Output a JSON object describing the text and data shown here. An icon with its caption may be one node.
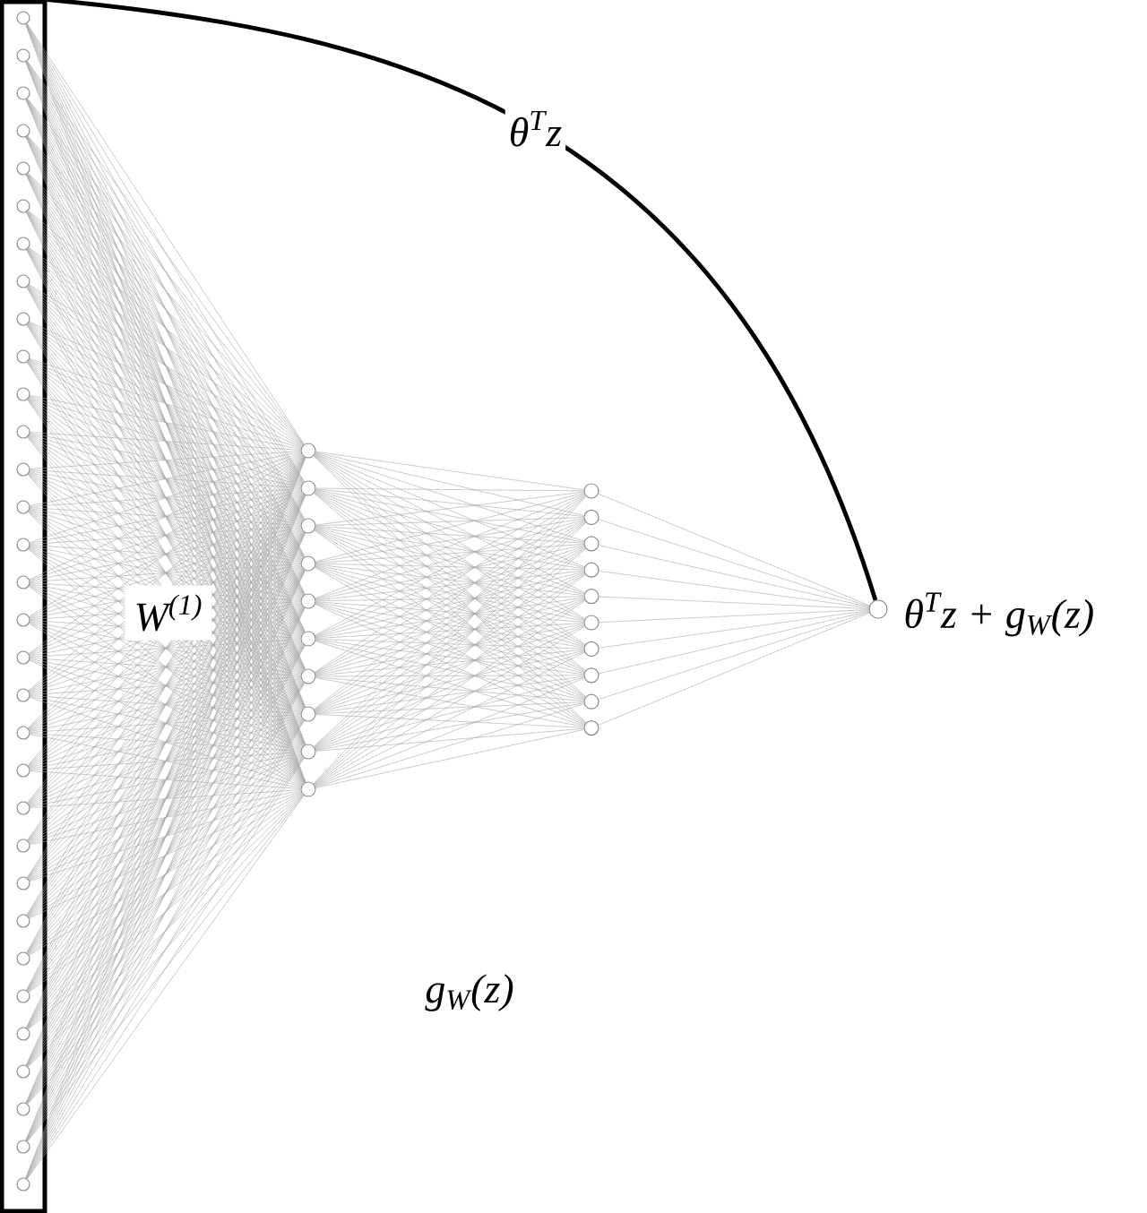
{
  "diagram": {
    "nodes": [
      {
        "text": [],
        "shape": "box"
      },
      {
        "text": [],
        "shape": "circle",
        "in": 0
      },
      {
        "text": [],
        "shape": "circle",
        "in": 0
      },
      {
        "text": [],
        "shape": "circle",
        "in": 0
      },
      {
        "text": [],
        "shape": "circle",
        "in": 0
      },
      {
        "text": [],
        "shape": "circle",
        "in": 0
      },
      {
        "text": [],
        "shape": "circle",
        "in": 0
      },
      {
        "text": [],
        "shape": "circle",
        "in": 0
      },
      {
        "text": [],
        "shape": "circle",
        "in": 0
      },
      {
        "text": [],
        "shape": "circle",
        "in": 0
      },
      {
        "text": [],
        "shape": "circle",
        "in": 0
      },
      {
        "text": [],
        "shape": "circle",
        "in": 0
      },
      {
        "text": [],
        "shape": "circle",
        "in": 0
      },
      {
        "text": [],
        "shape": "circle",
        "in": 0
      },
      {
        "text": [],
        "shape": "circle",
        "in": 0
      },
      {
        "text": [],
        "shape": "circle",
        "in": 0
      },
      {
        "text": [],
        "shape": "circle",
        "in": 0
      },
      {
        "text": [],
        "shape": "circle",
        "in": 0
      },
      {
        "text": [],
        "shape": "circle",
        "in": 0
      },
      {
        "text": [],
        "shape": "circle",
        "in": 0
      },
      {
        "text": [],
        "shape": "circle",
        "in": 0
      },
      {
        "text": [],
        "shape": "circle",
        "in": 0
      },
      {
        "text": [],
        "shape": "circle",
        "in": 0
      },
      {
        "text": [],
        "shape": "circle",
        "in": 0
      },
      {
        "text": [],
        "shape": "circle",
        "in": 0
      },
      {
        "text": [],
        "shape": "circle",
        "in": 0
      },
      {
        "text": [],
        "shape": "circle",
        "in": 0
      },
      {
        "text": [],
        "shape": "circle",
        "in": 0
      },
      {
        "text": [],
        "shape": "circle",
        "in": 0
      },
      {
        "text": [],
        "shape": "circle",
        "in": 0
      },
      {
        "text": [],
        "shape": "circle",
        "in": 0
      },
      {
        "text": [],
        "shape": "circle",
        "in": 0
      },
      {
        "text": [],
        "shape": "circle",
        "in": 0
      },
      {
        "text": [],
        "shape": "circle"
      },
      {
        "text": [],
        "shape": "circle"
      },
      {
        "text": [],
        "shape": "circle"
      },
      {
        "text": [],
        "shape": "circle"
      },
      {
        "text": [],
        "shape": "circle"
      },
      {
        "text": [],
        "shape": "circle"
      },
      {
        "text": [],
        "shape": "circle"
      },
      {
        "text": [],
        "shape": "circle"
      },
      {
        "text": [],
        "shape": "circle"
      },
      {
        "text": [],
        "shape": "circle"
      },
      {
        "text": [],
        "shape": "circle"
      },
      {
        "text": [],
        "shape": "circle"
      },
      {
        "text": [],
        "shape": "circle"
      },
      {
        "text": [],
        "shape": "circle"
      },
      {
        "text": [],
        "shape": "circle"
      },
      {
        "text": [],
        "shape": "circle"
      },
      {
        "text": [],
        "shape": "circle"
      },
      {
        "text": [],
        "shape": "circle"
      },
      {
        "text": [],
        "shape": "circle"
      },
      {
        "text": [],
        "shape": "circle"
      },
      {
        "text": [],
        "shape": "circle",
        "beside": [
          "θ$^{T}$z + g$_{W}$(z)"
        ]
      }
    ],
    "edges": [
      {
        "from": 0,
        "to": 53,
        "arrow": "none",
        "label": "θ$^{T}$z",
        "style": "thick",
        "color": "#000000"
      },
      {
        "from": 1,
        "to": 33,
        "arrow": "none"
      },
      {
        "from": 1,
        "to": 34,
        "arrow": "none"
      },
      {
        "from": 1,
        "to": 35,
        "arrow": "none"
      },
      {
        "from": 1,
        "to": 36,
        "arrow": "none"
      },
      {
        "from": 1,
        "to": 37,
        "arrow": "none"
      },
      {
        "from": 1,
        "to": 38,
        "arrow": "none"
      },
      {
        "from": 1,
        "to": 39,
        "arrow": "none"
      },
      {
        "from": 1,
        "to": 40,
        "arrow": "none"
      },
      {
        "from": 1,
        "to": 41,
        "arrow": "none"
      },
      {
        "from": 1,
        "to": 42,
        "arrow": "none"
      },
      {
        "from": 2,
        "to": 33,
        "arrow": "none"
      },
      {
        "from": 2,
        "to": 34,
        "arrow": "none"
      },
      {
        "from": 2,
        "to": 35,
        "arrow": "none"
      },
      {
        "from": 2,
        "to": 36,
        "arrow": "none"
      },
      {
        "from": 2,
        "to": 37,
        "arrow": "none"
      },
      {
        "from": 2,
        "to": 38,
        "arrow": "none"
      },
      {
        "from": 2,
        "to": 39,
        "arrow": "none"
      },
      {
        "from": 2,
        "to": 40,
        "arrow": "none"
      },
      {
        "from": 2,
        "to": 41,
        "arrow": "none"
      },
      {
        "from": 2,
        "to": 42,
        "arrow": "none"
      },
      {
        "from": 3,
        "to": 33,
        "arrow": "none"
      },
      {
        "from": 3,
        "to": 34,
        "arrow": "none"
      },
      {
        "from": 3,
        "to": 35,
        "arrow": "none"
      },
      {
        "from": 3,
        "to": 36,
        "arrow": "none"
      },
      {
        "from": 3,
        "to": 37,
        "arrow": "none"
      },
      {
        "from": 3,
        "to": 38,
        "arrow": "none"
      },
      {
        "from": 3,
        "to": 39,
        "arrow": "none"
      },
      {
        "from": 3,
        "to": 40,
        "arrow": "none"
      },
      {
        "from": 3,
        "to": 41,
        "arrow": "none"
      },
      {
        "from": 3,
        "to": 42,
        "arrow": "none"
      },
      {
        "from": 4,
        "to": 33,
        "arrow": "none"
      },
      {
        "from": 4,
        "to": 34,
        "arrow": "none"
      },
      {
        "from": 4,
        "to": 35,
        "arrow": "none"
      },
      {
        "from": 4,
        "to": 36,
        "arrow": "none"
      },
      {
        "from": 4,
        "to": 37,
        "arrow": "none"
      },
      {
        "from": 4,
        "to": 38,
        "arrow": "none"
      },
      {
        "from": 4,
        "to": 39,
        "arrow": "none"
      },
      {
        "from": 4,
        "to": 40,
        "arrow": "none"
      },
      {
        "from": 4,
        "to": 41,
        "arrow": "none"
      },
      {
        "from": 4,
        "to": 42,
        "arrow": "none"
      },
      {
        "from": 5,
        "to": 33,
        "arrow": "none"
      },
      {
        "from": 5,
        "to": 34,
        "arrow": "none"
      },
      {
        "from": 5,
        "to": 35,
        "arrow": "none"
      },
      {
        "from": 5,
        "to": 36,
        "arrow": "none"
      },
      {
        "from": 5,
        "to": 37,
        "arrow": "none"
      },
      {
        "from": 5,
        "to": 38,
        "arrow": "none"
      },
      {
        "from": 5,
        "to": 39,
        "arrow": "none"
      },
      {
        "from": 5,
        "to": 40,
        "arrow": "none"
      },
      {
        "from": 5,
        "to": 41,
        "arrow": "none"
      },
      {
        "from": 5,
        "to": 42,
        "arrow": "none"
      },
      {
        "from": 6,
        "to": 33,
        "arrow": "none"
      },
      {
        "from": 6,
        "to": 34,
        "arrow": "none"
      },
      {
        "from": 6,
        "to": 35,
        "arrow": "none"
      },
      {
        "from": 6,
        "to": 36,
        "arrow": "none"
      },
      {
        "from": 6,
        "to": 37,
        "arrow": "none"
      },
      {
        "from": 6,
        "to": 38,
        "arrow": "none"
      },
      {
        "from": 6,
        "to": 39,
        "arrow": "none"
      },
      {
        "from": 6,
        "to": 40,
        "arrow": "none"
      },
      {
        "from": 6,
        "to": 41,
        "arrow": "none"
      },
      {
        "from": 6,
        "to": 42,
        "arrow": "none"
      },
      {
        "from": 7,
        "to": 33,
        "arrow": "none"
      },
      {
        "from": 7,
        "to": 34,
        "arrow": "none"
      },
      {
        "from": 7,
        "to": 35,
        "arrow": "none"
      },
      {
        "from": 7,
        "to": 36,
        "arrow": "none"
      },
      {
        "from": 7,
        "to": 37,
        "arrow": "none"
      },
      {
        "from": 7,
        "to": 38,
        "arrow": "none"
      },
      {
        "from": 7,
        "to": 39,
        "arrow": "none"
      },
      {
        "from": 7,
        "to": 40,
        "arrow": "none"
      },
      {
        "from": 7,
        "to": 41,
        "arrow": "none"
      },
      {
        "from": 7,
        "to": 42,
        "arrow": "none"
      },
      {
        "from": 8,
        "to": 33,
        "arrow": "none"
      },
      {
        "from": 8,
        "to": 34,
        "arrow": "none"
      },
      {
        "from": 8,
        "to": 35,
        "arrow": "none"
      },
      {
        "from": 8,
        "to": 36,
        "arrow": "none"
      },
      {
        "from": 8,
        "to": 37,
        "arrow": "none"
      },
      {
        "from": 8,
        "to": 38,
        "arrow": "none"
      },
      {
        "from": 8,
        "to": 39,
        "arrow": "none"
      },
      {
        "from": 8,
        "to": 40,
        "arrow": "none"
      },
      {
        "from": 8,
        "to": 41,
        "arrow": "none"
      },
      {
        "from": 8,
        "to": 42,
        "arrow": "none"
      },
      {
        "from": 9,
        "to": 33,
        "arrow": "none"
      },
      {
        "from": 9,
        "to": 34,
        "arrow": "none"
      },
      {
        "from": 9,
        "to": 35,
        "arrow": "none"
      },
      {
        "from": 9,
        "to": 36,
        "arrow": "none"
      },
      {
        "from": 9,
        "to": 37,
        "arrow": "none"
      },
      {
        "from": 9,
        "to": 38,
        "arrow": "none"
      },
      {
        "from": 9,
        "to": 39,
        "arrow": "none"
      },
      {
        "from": 9,
        "to": 40,
        "arrow": "none"
      },
      {
        "from": 9,
        "to": 41,
        "arrow": "none"
      },
      {
        "from": 9,
        "to": 42,
        "arrow": "none"
      },
      {
        "from": 10,
        "to": 33,
        "arrow": "none"
      },
      {
        "from": 10,
        "to": 34,
        "arrow": "none"
      },
      {
        "from": 10,
        "to": 35,
        "arrow": "none"
      },
      {
        "from": 10,
        "to": 36,
        "arrow": "none"
      },
      {
        "from": 10,
        "to": 37,
        "arrow": "none"
      },
      {
        "from": 10,
        "to": 38,
        "arrow": "none"
      },
      {
        "from": 10,
        "to": 39,
        "arrow": "none"
      },
      {
        "from": 10,
        "to": 40,
        "arrow": "none"
      },
      {
        "from": 10,
        "to": 41,
        "arrow": "none"
      },
      {
        "from": 10,
        "to": 42,
        "arrow": "none"
      },
      {
        "from": 11,
        "to": 33,
        "arrow": "none"
      },
      {
        "from": 11,
        "to": 34,
        "arrow": "none"
      },
      {
        "from": 11,
        "to": 35,
        "arrow": "none"
      },
      {
        "from": 11,
        "to": 36,
        "arrow": "none"
      },
      {
        "from": 11,
        "to": 37,
        "arrow": "none"
      },
      {
        "from": 11,
        "to": 38,
        "arrow": "none"
      },
      {
        "from": 11,
        "to": 39,
        "arrow": "none"
      },
      {
        "from": 11,
        "to": 40,
        "arrow": "none"
      },
      {
        "from": 11,
        "to": 41,
        "arrow": "none"
      },
      {
        "from": 11,
        "to": 42,
        "arrow": "none"
      },
      {
        "from": 12,
        "to": 33,
        "arrow": "none"
      },
      {
        "from": 12,
        "to": 34,
        "arrow": "none"
      },
      {
        "from": 12,
        "to": 35,
        "arrow": "none"
      },
      {
        "from": 12,
        "to": 36,
        "arrow": "none"
      },
      {
        "from": 12,
        "to": 37,
        "arrow": "none"
      },
      {
        "from": 12,
        "to": 38,
        "arrow": "none"
      },
      {
        "from": 12,
        "to": 39,
        "arrow": "none"
      },
      {
        "from": 12,
        "to": 40,
        "arrow": "none"
      },
      {
        "from": 12,
        "to": 41,
        "arrow": "none"
      },
      {
        "from": 12,
        "to": 42,
        "arrow": "none"
      },
      {
        "from": 13,
        "to": 33,
        "arrow": "none"
      },
      {
        "from": 13,
        "to": 34,
        "arrow": "none"
      },
      {
        "from": 13,
        "to": 35,
        "arrow": "none"
      },
      {
        "from": 13,
        "to": 36,
        "arrow": "none"
      },
      {
        "from": 13,
        "to": 37,
        "arrow": "none"
      },
      {
        "from": 13,
        "to": 38,
        "arrow": "none"
      },
      {
        "from": 13,
        "to": 39,
        "arrow": "none"
      },
      {
        "from": 13,
        "to": 40,
        "arrow": "none"
      },
      {
        "from": 13,
        "to": 41,
        "arrow": "none"
      },
      {
        "from": 13,
        "to": 42,
        "arrow": "none"
      },
      {
        "from": 14,
        "to": 33,
        "arrow": "none"
      },
      {
        "from": 14,
        "to": 34,
        "arrow": "none"
      },
      {
        "from": 14,
        "to": 35,
        "arrow": "none"
      },
      {
        "from": 14,
        "to": 36,
        "arrow": "none"
      },
      {
        "from": 14,
        "to": 37,
        "arrow": "none"
      },
      {
        "from": 14,
        "to": 38,
        "arrow": "none"
      },
      {
        "from": 14,
        "to": 39,
        "arrow": "none"
      },
      {
        "from": 14,
        "to": 40,
        "arrow": "none"
      },
      {
        "from": 14,
        "to": 41,
        "arrow": "none"
      },
      {
        "from": 14,
        "to": 42,
        "arrow": "none"
      },
      {
        "from": 15,
        "to": 33,
        "arrow": "none"
      },
      {
        "from": 15,
        "to": 34,
        "arrow": "none"
      },
      {
        "from": 15,
        "to": 35,
        "arrow": "none"
      },
      {
        "from": 15,
        "to": 36,
        "arrow": "none"
      },
      {
        "from": 15,
        "to": 37,
        "arrow": "none"
      },
      {
        "from": 15,
        "to": 38,
        "arrow": "none"
      },
      {
        "from": 15,
        "to": 39,
        "arrow": "none"
      },
      {
        "from": 15,
        "to": 40,
        "arrow": "none"
      },
      {
        "from": 15,
        "to": 41,
        "arrow": "none"
      },
      {
        "from": 15,
        "to": 42,
        "arrow": "none"
      },
      {
        "from": 16,
        "to": 33,
        "arrow": "none"
      },
      {
        "from": 16,
        "to": 34,
        "arrow": "none"
      },
      {
        "from": 16,
        "to": 35,
        "arrow": "none"
      },
      {
        "from": 16,
        "to": 36,
        "arrow": "none"
      },
      {
        "from": 16,
        "to": 37,
        "arrow": "none"
      },
      {
        "from": 16,
        "to": 38,
        "arrow": "none"
      },
      {
        "from": 16,
        "to": 39,
        "arrow": "none"
      },
      {
        "from": 16,
        "to": 40,
        "arrow": "none"
      },
      {
        "from": 16,
        "to": 41,
        "arrow": "none"
      },
      {
        "from": 16,
        "to": 42,
        "arrow": "none"
      },
      {
        "from": 17,
        "to": 33,
        "arrow": "none"
      },
      {
        "from": 17,
        "to": 34,
        "arrow": "none"
      },
      {
        "from": 17,
        "to": 35,
        "arrow": "none"
      },
      {
        "from": 17,
        "to": 36,
        "arrow": "none"
      },
      {
        "from": 17,
        "to": 37,
        "arrow": "none"
      },
      {
        "from": 17,
        "to": 38,
        "arrow": "none"
      },
      {
        "from": 17,
        "to": 39,
        "arrow": "none"
      },
      {
        "from": 17,
        "to": 40,
        "arrow": "none"
      },
      {
        "from": 17,
        "to": 41,
        "arrow": "none"
      },
      {
        "from": 17,
        "to": 42,
        "arrow": "none"
      },
      {
        "from": 18,
        "to": 33,
        "arrow": "none"
      },
      {
        "from": 18,
        "to": 34,
        "arrow": "none"
      },
      {
        "from": 18,
        "to": 35,
        "arrow": "none"
      },
      {
        "from": 18,
        "to": 36,
        "arrow": "none"
      },
      {
        "from": 18,
        "to": 37,
        "arrow": "none"
      },
      {
        "from": 18,
        "to": 38,
        "arrow": "none"
      },
      {
        "from": 18,
        "to": 39,
        "arrow": "none"
      },
      {
        "from": 18,
        "to": 40,
        "arrow": "none"
      },
      {
        "from": 18,
        "to": 41,
        "arrow": "none"
      },
      {
        "from": 18,
        "to": 42,
        "arrow": "none"
      },
      {
        "from": 19,
        "to": 33,
        "arrow": "none"
      },
      {
        "from": 19,
        "to": 34,
        "arrow": "none"
      },
      {
        "from": 19,
        "to": 35,
        "arrow": "none"
      },
      {
        "from": 19,
        "to": 36,
        "arrow": "none"
      },
      {
        "from": 19,
        "to": 37,
        "arrow": "none"
      },
      {
        "from": 19,
        "to": 38,
        "arrow": "none"
      },
      {
        "from": 19,
        "to": 39,
        "arrow": "none"
      },
      {
        "from": 19,
        "to": 40,
        "arrow": "none"
      },
      {
        "from": 19,
        "to": 41,
        "arrow": "none"
      },
      {
        "from": 19,
        "to": 42,
        "arrow": "none"
      },
      {
        "from": 20,
        "to": 33,
        "arrow": "none"
      },
      {
        "from": 20,
        "to": 34,
        "arrow": "none"
      },
      {
        "from": 20,
        "to": 35,
        "arrow": "none"
      },
      {
        "from": 20,
        "to": 36,
        "arrow": "none"
      },
      {
        "from": 20,
        "to": 37,
        "arrow": "none"
      },
      {
        "from": 20,
        "to": 38,
        "arrow": "none"
      },
      {
        "from": 20,
        "to": 39,
        "arrow": "none"
      },
      {
        "from": 20,
        "to": 40,
        "arrow": "none"
      },
      {
        "from": 20,
        "to": 41,
        "arrow": "none"
      },
      {
        "from": 20,
        "to": 42,
        "arrow": "none"
      },
      {
        "from": 21,
        "to": 33,
        "arrow": "none"
      },
      {
        "from": 21,
        "to": 34,
        "arrow": "none"
      },
      {
        "from": 21,
        "to": 35,
        "arrow": "none"
      },
      {
        "from": 21,
        "to": 36,
        "arrow": "none"
      },
      {
        "from": 21,
        "to": 37,
        "arrow": "none"
      },
      {
        "from": 21,
        "to": 38,
        "arrow": "none"
      },
      {
        "from": 21,
        "to": 39,
        "arrow": "none"
      },
      {
        "from": 21,
        "to": 40,
        "arrow": "none"
      },
      {
        "from": 21,
        "to": 41,
        "arrow": "none"
      },
      {
        "from": 21,
        "to": 42,
        "arrow": "none"
      },
      {
        "from": 22,
        "to": 33,
        "arrow": "none"
      },
      {
        "from": 22,
        "to": 34,
        "arrow": "none"
      },
      {
        "from": 22,
        "to": 35,
        "arrow": "none"
      },
      {
        "from": 22,
        "to": 36,
        "arrow": "none"
      },
      {
        "from": 22,
        "to": 37,
        "arrow": "none"
      },
      {
        "from": 22,
        "to": 38,
        "arrow": "none"
      },
      {
        "from": 22,
        "to": 39,
        "arrow": "none"
      },
      {
        "from": 22,
        "to": 40,
        "arrow": "none"
      },
      {
        "from": 22,
        "to": 41,
        "arrow": "none"
      },
      {
        "from": 22,
        "to": 42,
        "arrow": "none"
      },
      {
        "from": 23,
        "to": 33,
        "arrow": "none"
      },
      {
        "from": 23,
        "to": 34,
        "arrow": "none"
      },
      {
        "from": 23,
        "to": 35,
        "arrow": "none"
      },
      {
        "from": 23,
        "to": 36,
        "arrow": "none"
      },
      {
        "from": 23,
        "to": 37,
        "arrow": "none"
      },
      {
        "from": 23,
        "to": 38,
        "arrow": "none"
      },
      {
        "from": 23,
        "to": 39,
        "arrow": "none"
      },
      {
        "from": 23,
        "to": 40,
        "arrow": "none"
      },
      {
        "from": 23,
        "to": 41,
        "arrow": "none"
      },
      {
        "from": 23,
        "to": 42,
        "arrow": "none"
      },
      {
        "from": 24,
        "to": 33,
        "arrow": "none"
      },
      {
        "from": 24,
        "to": 34,
        "arrow": "none"
      },
      {
        "from": 24,
        "to": 35,
        "arrow": "none"
      },
      {
        "from": 24,
        "to": 36,
        "arrow": "none"
      },
      {
        "from": 24,
        "to": 37,
        "arrow": "none"
      },
      {
        "from": 24,
        "to": 38,
        "arrow": "none"
      },
      {
        "from": 24,
        "to": 39,
        "arrow": "none"
      },
      {
        "from": 24,
        "to": 40,
        "arrow": "none"
      },
      {
        "from": 24,
        "to": 41,
        "arrow": "none"
      },
      {
        "from": 24,
        "to": 42,
        "arrow": "none"
      },
      {
        "from": 25,
        "to": 33,
        "arrow": "none"
      },
      {
        "from": 25,
        "to": 34,
        "arrow": "none"
      },
      {
        "from": 25,
        "to": 35,
        "arrow": "none"
      },
      {
        "from": 25,
        "to": 36,
        "arrow": "none"
      },
      {
        "from": 25,
        "to": 37,
        "arrow": "none"
      },
      {
        "from": 25,
        "to": 38,
        "arrow": "none"
      },
      {
        "from": 25,
        "to": 39,
        "arrow": "none"
      },
      {
        "from": 25,
        "to": 40,
        "arrow": "none"
      },
      {
        "from": 25,
        "to": 41,
        "arrow": "none"
      },
      {
        "from": 25,
        "to": 42,
        "arrow": "none"
      },
      {
        "from": 26,
        "to": 33,
        "arrow": "none"
      },
      {
        "from": 26,
        "to": 34,
        "arrow": "none"
      },
      {
        "from": 26,
        "to": 35,
        "arrow": "none"
      },
      {
        "from": 26,
        "to": 36,
        "arrow": "none"
      },
      {
        "from": 26,
        "to": 37,
        "arrow": "none"
      },
      {
        "from": 26,
        "to": 38,
        "arrow": "none"
      },
      {
        "from": 26,
        "to": 39,
        "arrow": "none"
      },
      {
        "from": 26,
        "to": 40,
        "arrow": "none"
      },
      {
        "from": 26,
        "to": 41,
        "arrow": "none"
      },
      {
        "from": 26,
        "to": 42,
        "arrow": "none"
      },
      {
        "from": 27,
        "to": 33,
        "arrow": "none"
      },
      {
        "from": 27,
        "to": 34,
        "arrow": "none"
      },
      {
        "from": 27,
        "to": 35,
        "arrow": "none"
      },
      {
        "from": 27,
        "to": 36,
        "arrow": "none"
      },
      {
        "from": 27,
        "to": 37,
        "arrow": "none"
      },
      {
        "from": 27,
        "to": 38,
        "arrow": "none"
      },
      {
        "from": 27,
        "to": 39,
        "arrow": "none"
      },
      {
        "from": 27,
        "to": 40,
        "arrow": "none"
      },
      {
        "from": 27,
        "to": 41,
        "arrow": "none"
      },
      {
        "from": 27,
        "to": 42,
        "arrow": "none"
      },
      {
        "from": 28,
        "to": 33,
        "arrow": "none"
      },
      {
        "from": 28,
        "to": 34,
        "arrow": "none"
      },
      {
        "from": 28,
        "to": 35,
        "arrow": "none"
      },
      {
        "from": 28,
        "to": 36,
        "arrow": "none"
      },
      {
        "from": 28,
        "to": 37,
        "arrow": "none"
      },
      {
        "from": 28,
        "to": 38,
        "arrow": "none"
      },
      {
        "from": 28,
        "to": 39,
        "arrow": "none"
      },
      {
        "from": 28,
        "to": 40,
        "arrow": "none"
      },
      {
        "from": 28,
        "to": 41,
        "arrow": "none"
      },
      {
        "from": 28,
        "to": 42,
        "arrow": "none"
      },
      {
        "from": 29,
        "to": 33,
        "arrow": "none"
      },
      {
        "from": 29,
        "to": 34,
        "arrow": "none"
      },
      {
        "from": 29,
        "to": 35,
        "arrow": "none"
      },
      {
        "from": 29,
        "to": 36,
        "arrow": "none"
      },
      {
        "from": 29,
        "to": 37,
        "arrow": "none"
      },
      {
        "from": 29,
        "to": 38,
        "arrow": "none"
      },
      {
        "from": 29,
        "to": 39,
        "arrow": "none"
      },
      {
        "from": 29,
        "to": 40,
        "arrow": "none"
      },
      {
        "from": 29,
        "to": 41,
        "arrow": "none"
      },
      {
        "from": 29,
        "to": 42,
        "arrow": "none"
      },
      {
        "from": 30,
        "to": 33,
        "arrow": "none"
      },
      {
        "from": 30,
        "to": 34,
        "arrow": "none"
      },
      {
        "from": 30,
        "to": 35,
        "arrow": "none"
      },
      {
        "from": 30,
        "to": 36,
        "arrow": "none"
      },
      {
        "from": 30,
        "to": 37,
        "arrow": "none"
      },
      {
        "from": 30,
        "to": 38,
        "arrow": "none"
      },
      {
        "from": 30,
        "to": 39,
        "arrow": "none"
      },
      {
        "from": 30,
        "to": 40,
        "arrow": "none"
      },
      {
        "from": 30,
        "to": 41,
        "arrow": "none"
      },
      {
        "from": 30,
        "to": 42,
        "arrow": "none"
      },
      {
        "from": 31,
        "to": 33,
        "arrow": "none"
      },
      {
        "from": 31,
        "to": 34,
        "arrow": "none"
      },
      {
        "from": 31,
        "to": 35,
        "arrow": "none"
      },
      {
        "from": 31,
        "to": 36,
        "arrow": "none"
      },
      {
        "from": 31,
        "to": 37,
        "arrow": "none"
      },
      {
        "from": 31,
        "to": 38,
        "arrow": "none"
      },
      {
        "from": 31,
        "to": 39,
        "arrow": "none"
      },
      {
        "from": 31,
        "to": 40,
        "arrow": "none"
      },
      {
        "from": 31,
        "to": 41,
        "arrow": "none"
      },
      {
        "from": 31,
        "to": 42,
        "arrow": "none"
      },
      {
        "from": 32,
        "to": 33,
        "arrow": "none"
      },
      {
        "from": 32,
        "to": 34,
        "arrow": "none"
      },
      {
        "from": 32,
        "to": 35,
        "arrow": "none"
      },
      {
        "from": 32,
        "to": 36,
        "arrow": "none"
      },
      {
        "from": 32,
        "to": 37,
        "arrow": "none"
      },
      {
        "from": 32,
        "to": 38,
        "arrow": "none"
      },
      {
        "from": 32,
        "to": 39,
        "arrow": "none"
      },
      {
        "from": 32,
        "to": 40,
        "arrow": "none"
      },
      {
        "from": 32,
        "to": 41,
        "arrow": "none"
      },
      {
        "from": 32,
        "to": 42,
        "arrow": "none"
      },
      {
        "from": 33,
        "to": 43,
        "arrow": "none"
      },
      {
        "from": 33,
        "to": 44,
        "arrow": "none"
      },
      {
        "from": 33,
        "to": 45,
        "arrow": "none"
      },
      {
        "from": 33,
        "to": 46,
        "arrow": "none"
      },
      {
        "from": 33,
        "to": 47,
        "arrow": "none"
      },
      {
        "from": 33,
        "to": 48,
        "arrow": "none"
      },
      {
        "from": 33,
        "to": 49,
        "arrow": "none"
      },
      {
        "from": 33,
        "to": 50,
        "arrow": "none"
      },
      {
        "from": 33,
        "to": 51,
        "arrow": "none"
      },
      {
        "from": 33,
        "to": 52,
        "arrow": "none"
      },
      {
        "from": 34,
        "to": 43,
        "arrow": "none"
      },
      {
        "from": 34,
        "to": 44,
        "arrow": "none"
      },
      {
        "from": 34,
        "to": 45,
        "arrow": "none"
      },
      {
        "from": 34,
        "to": 46,
        "arrow": "none"
      },
      {
        "from": 34,
        "to": 47,
        "arrow": "none"
      },
      {
        "from": 34,
        "to": 48,
        "arrow": "none"
      },
      {
        "from": 34,
        "to": 49,
        "arrow": "none"
      },
      {
        "from": 34,
        "to": 50,
        "arrow": "none"
      },
      {
        "from": 34,
        "to": 51,
        "arrow": "none"
      },
      {
        "from": 34,
        "to": 52,
        "arrow": "none"
      },
      {
        "from": 35,
        "to": 43,
        "arrow": "none"
      },
      {
        "from": 35,
        "to": 44,
        "arrow": "none"
      },
      {
        "from": 35,
        "to": 45,
        "arrow": "none"
      },
      {
        "from": 35,
        "to": 46,
        "arrow": "none"
      },
      {
        "from": 35,
        "to": 47,
        "arrow": "none"
      },
      {
        "from": 35,
        "to": 48,
        "arrow": "none"
      },
      {
        "from": 35,
        "to": 49,
        "arrow": "none"
      },
      {
        "from": 35,
        "to": 50,
        "arrow": "none"
      },
      {
        "from": 35,
        "to": 51,
        "arrow": "none"
      },
      {
        "from": 35,
        "to": 52,
        "arrow": "none"
      },
      {
        "from": 36,
        "to": 43,
        "arrow": "none"
      },
      {
        "from": 36,
        "to": 44,
        "arrow": "none"
      },
      {
        "from": 36,
        "to": 45,
        "arrow": "none"
      },
      {
        "from": 36,
        "to": 46,
        "arrow": "none"
      },
      {
        "from": 36,
        "to": 47,
        "arrow": "none"
      },
      {
        "from": 36,
        "to": 48,
        "arrow": "none"
      },
      {
        "from": 36,
        "to": 49,
        "arrow": "none"
      },
      {
        "from": 36,
        "to": 50,
        "arrow": "none"
      },
      {
        "from": 36,
        "to": 51,
        "arrow": "none"
      },
      {
        "from": 36,
        "to": 52,
        "arrow": "none"
      },
      {
        "from": 37,
        "to": 43,
        "arrow": "none"
      },
      {
        "from": 37,
        "to": 44,
        "arrow": "none"
      },
      {
        "from": 37,
        "to": 45,
        "arrow": "none"
      },
      {
        "from": 37,
        "to": 46,
        "arrow": "none"
      },
      {
        "from": 37,
        "to": 47,
        "arrow": "none"
      },
      {
        "from": 37,
        "to": 48,
        "arrow": "none"
      },
      {
        "from": 37,
        "to": 49,
        "arrow": "none"
      },
      {
        "from": 37,
        "to": 50,
        "arrow": "none"
      },
      {
        "from": 37,
        "to": 51,
        "arrow": "none"
      },
      {
        "from": 37,
        "to": 52,
        "arrow": "none"
      },
      {
        "from": 38,
        "to": 43,
        "arrow": "none"
      },
      {
        "from": 38,
        "to": 44,
        "arrow": "none"
      },
      {
        "from": 38,
        "to": 45,
        "arrow": "none"
      },
      {
        "from": 38,
        "to": 46,
        "arrow": "none"
      },
      {
        "from": 38,
        "to": 47,
        "arrow": "none"
      },
      {
        "from": 38,
        "to": 48,
        "arrow": "none"
      },
      {
        "from": 38,
        "to": 49,
        "arrow": "none"
      },
      {
        "from": 38,
        "to": 50,
        "arrow": "none"
      },
      {
        "from": 38,
        "to": 51,
        "arrow": "none"
      },
      {
        "from": 38,
        "to": 52,
        "arrow": "none"
      },
      {
        "from": 39,
        "to": 43,
        "arrow": "none"
      },
      {
        "from": 39,
        "to": 44,
        "arrow": "none"
      },
      {
        "from": 39,
        "to": 45,
        "arrow": "none"
      },
      {
        "from": 39,
        "to": 46,
        "arrow": "none"
      },
      {
        "from": 39,
        "to": 47,
        "arrow": "none"
      },
      {
        "from": 39,
        "to": 48,
        "arrow": "none"
      },
      {
        "from": 39,
        "to": 49,
        "arrow": "none"
      },
      {
        "from": 39,
        "to": 50,
        "arrow": "none"
      },
      {
        "from": 39,
        "to": 51,
        "arrow": "none"
      },
      {
        "from": 39,
        "to": 52,
        "arrow": "none"
      },
      {
        "from": 40,
        "to": 43,
        "arrow": "none"
      },
      {
        "from": 40,
        "to": 44,
        "arrow": "none"
      },
      {
        "from": 40,
        "to": 45,
        "arrow": "none"
      },
      {
        "from": 40,
        "to": 46,
        "arrow": "none"
      },
      {
        "from": 40,
        "to": 47,
        "arrow": "none"
      },
      {
        "from": 40,
        "to": 48,
        "arrow": "none"
      },
      {
        "from": 40,
        "to": 49,
        "arrow": "none"
      },
      {
        "from": 40,
        "to": 50,
        "arrow": "none"
      },
      {
        "from": 40,
        "to": 51,
        "arrow": "none"
      },
      {
        "from": 40,
        "to": 52,
        "arrow": "none"
      },
      {
        "from": 41,
        "to": 43,
        "arrow": "none"
      },
      {
        "from": 41,
        "to": 44,
        "arrow": "none"
      },
      {
        "from": 41,
        "to": 45,
        "arrow": "none"
      },
      {
        "from": 41,
        "to": 46,
        "arrow": "none"
      },
      {
        "from": 41,
        "to": 47,
        "arrow": "none"
      },
      {
        "from": 41,
        "to": 48,
        "arrow": "none"
      },
      {
        "from": 41,
        "to": 49,
        "arrow": "none"
      },
      {
        "from": 41,
        "to": 50,
        "arrow": "none"
      },
      {
        "from": 41,
        "to": 51,
        "arrow": "none"
      },
      {
        "from": 41,
        "to": 52,
        "arrow": "none"
      },
      {
        "from": 42,
        "to": 43,
        "arrow": "none"
      },
      {
        "from": 42,
        "to": 44,
        "arrow": "none"
      },
      {
        "from": 42,
        "to": 45,
        "arrow": "none"
      },
      {
        "from": 42,
        "to": 46,
        "arrow": "none"
      },
      {
        "from": 42,
        "to": 47,
        "arrow": "none"
      },
      {
        "from": 42,
        "to": 48,
        "arrow": "none"
      },
      {
        "from": 42,
        "to": 49,
        "arrow": "none"
      },
      {
        "from": 42,
        "to": 50,
        "arrow": "none"
      },
      {
        "from": 42,
        "to": 51,
        "arrow": "none"
      },
      {
        "from": 42,
        "to": 52,
        "arrow": "none"
      },
      {
        "from": 43,
        "to": 53,
        "arrow": "none"
      },
      {
        "from": 44,
        "to": 53,
        "arrow": "none"
      },
      {
        "from": 45,
        "to": 53,
        "arrow": "none"
      },
      {
        "from": 46,
        "to": 53,
        "arrow": "none"
      },
      {
        "from": 47,
        "to": 53,
        "arrow": "none"
      },
      {
        "from": 48,
        "to": 53,
        "arrow": "none"
      },
      {
        "from": 49,
        "to": 53,
        "arrow": "none"
      },
      {
        "from": 50,
        "to": 53,
        "arrow": "none"
      },
      {
        "from": 51,
        "to": 53,
        "arrow": "none"
      },
      {
        "from": 52,
        "to": 53,
        "arrow": "none"
      }
    ],
    "labels": [
      "W$^{(1)}$",
      "g$_{W}$(z)"
    ]
  }
}
